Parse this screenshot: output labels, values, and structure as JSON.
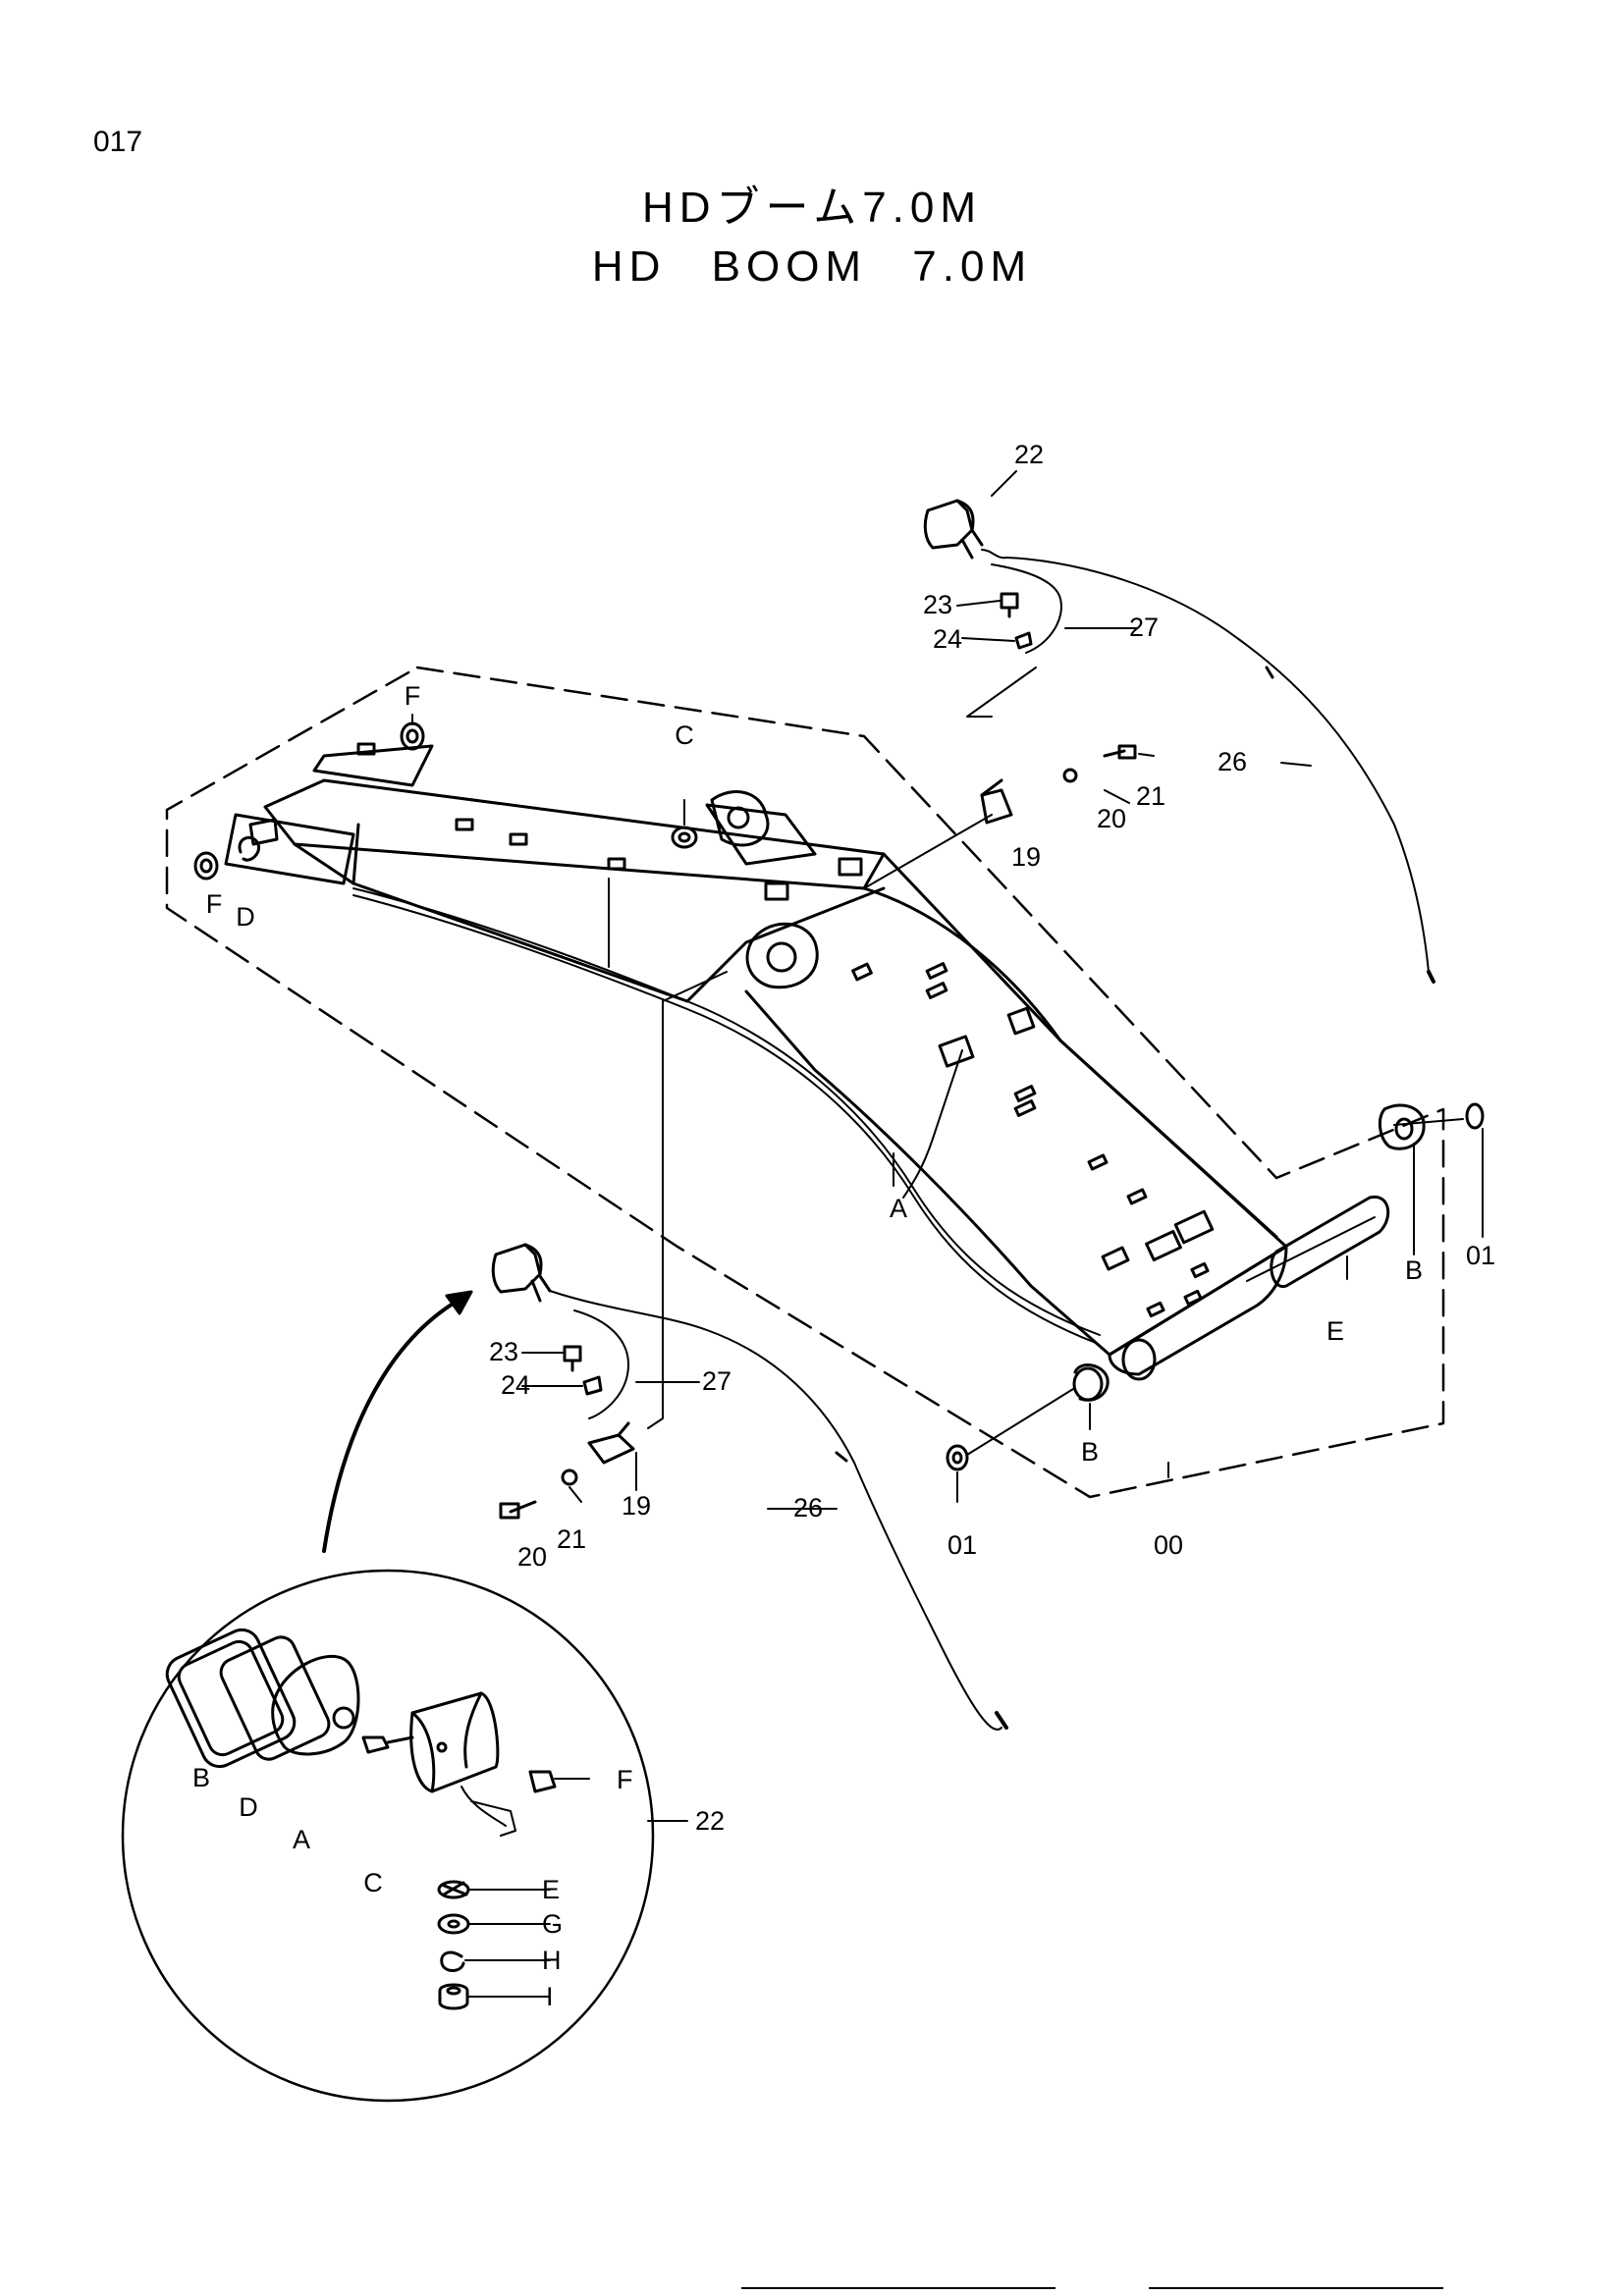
{
  "page_number": "017",
  "title_jp": "HDブーム7.0M",
  "title_en": "HD BOOM 7.0M",
  "callouts": {
    "top_lamp": "22",
    "top_bolt": "23",
    "top_clamp": "24",
    "top_harness": "27",
    "top_cable": "26",
    "top_bracket": "19",
    "top_washer": "20",
    "top_screw": "21",
    "boom_C": "C",
    "boom_F_top": "F",
    "boom_F_left": "F",
    "boom_D": "D",
    "boom_A": "A",
    "right_01": "01",
    "right_B": "B",
    "right_E": "E",
    "bottom_B": "B",
    "bottom_01": "01",
    "bottom_00": "00",
    "bot_bolt": "23",
    "bot_clamp": "24",
    "bot_harness": "27",
    "bot_bracket": "19",
    "bot_screw": "21",
    "bot_washer": "20",
    "bot_cable": "26",
    "detail_B": "B",
    "detail_D": "D",
    "detail_A": "A",
    "detail_C": "C",
    "detail_F": "F",
    "detail_22": "22",
    "detail_E": "E",
    "detail_G": "G",
    "detail_H": "H",
    "detail_I": "I"
  }
}
